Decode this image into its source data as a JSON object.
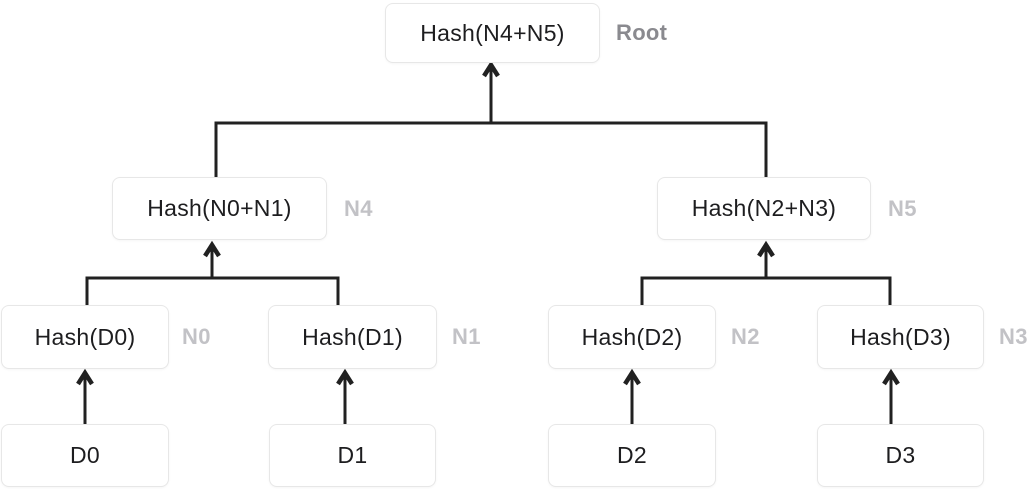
{
  "diagram": {
    "type": "merkle-tree",
    "colors": {
      "background": "#ffffff",
      "box_fill": "#ffffff",
      "box_border": "#e7e7e7",
      "line": "#212121",
      "box_text": "#1d1d1f",
      "root_label": "#8a8a8f",
      "node_label": "#c2c2c6"
    }
  },
  "nodes": {
    "root": {
      "text": "Hash(N4+N5)",
      "label": "Root"
    },
    "n4": {
      "text": "Hash(N0+N1)",
      "label": "N4"
    },
    "n5": {
      "text": "Hash(N2+N3)",
      "label": "N5"
    },
    "n0": {
      "text": "Hash(D0)",
      "label": "N0"
    },
    "n1": {
      "text": "Hash(D1)",
      "label": "N1"
    },
    "n2": {
      "text": "Hash(D2)",
      "label": "N2"
    },
    "n3": {
      "text": "Hash(D3)",
      "label": "N3"
    },
    "d0": {
      "text": "D0"
    },
    "d1": {
      "text": "D1"
    },
    "d2": {
      "text": "D2"
    },
    "d3": {
      "text": "D3"
    }
  }
}
